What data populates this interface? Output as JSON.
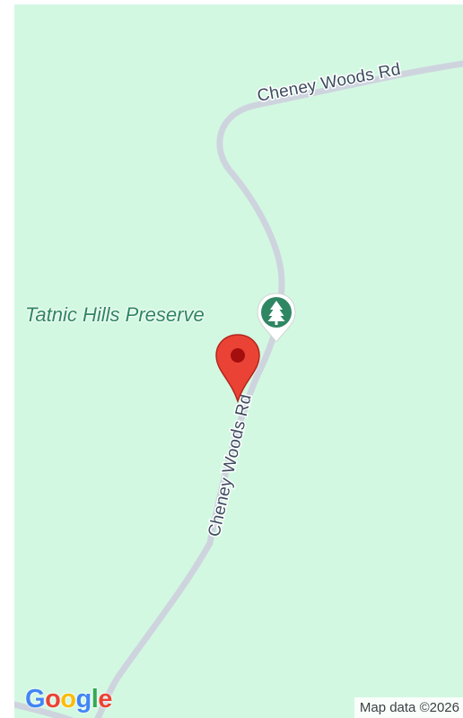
{
  "map": {
    "roads": [
      {
        "name": "Cheney Woods Rd"
      },
      {
        "name": "Cheney Woods Rd"
      }
    ],
    "poi": {
      "name": "Tatnic Hills Preserve",
      "icon": "tree-icon",
      "color": "#2f8663"
    },
    "marker": {
      "icon": "location-pin-icon",
      "color": "#ea4335"
    },
    "logo": {
      "text": "Google",
      "letters": [
        "G",
        "o",
        "o",
        "g",
        "l",
        "e"
      ],
      "colors": [
        "#4285f4",
        "#ea4335",
        "#fbbc05",
        "#4285f4",
        "#34a853",
        "#ea4335"
      ]
    },
    "attribution": "Map data ©2026",
    "colors": {
      "land": "#d3f8e2",
      "road": "#ced4de",
      "road_label": "#3c4b5e"
    }
  }
}
